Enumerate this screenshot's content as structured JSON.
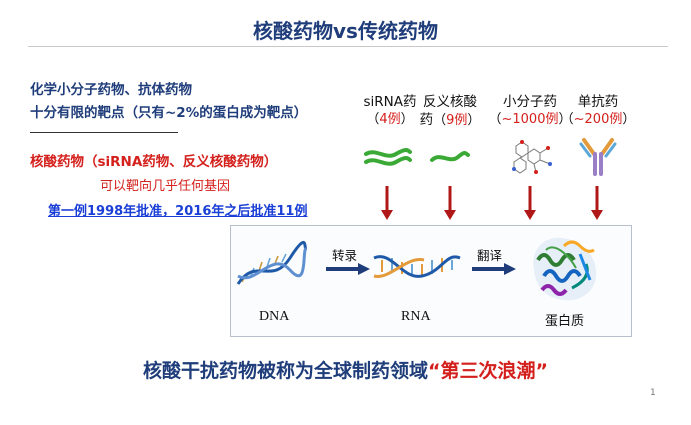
{
  "title": "核酸药物vs传统药物",
  "left_panel": {
    "line1": "化学小分子药物、抗体药物",
    "line2": "十分有限的靶点（只有~2%的蛋白成为靶点）",
    "heading": "核酸药物（siRNA药物、反义核酸药物）",
    "subtext": "可以靶向几乎任何基因",
    "approval_note": "第一例1998年批准，2016年之后批准11例"
  },
  "drugs": [
    {
      "label_line1": "siRNA药",
      "label_line2": "",
      "count_open": "（",
      "count": "4例",
      "count_close": "）",
      "icon": "sirna-duplex-icon"
    },
    {
      "label_line1": "反义核酸",
      "label_line2": "药",
      "count_open": "（",
      "count": "9例",
      "count_close": "）",
      "icon": "antisense-strand-icon"
    },
    {
      "label_line1": "小分子药",
      "label_line2": "",
      "count_open": "（",
      "count": "~1000例",
      "count_close": "）",
      "icon": "small-molecule-icon"
    },
    {
      "label_line1": "单抗药",
      "label_line2": "",
      "count_open": "（",
      "count": "~200例",
      "count_close": "）",
      "icon": "antibody-icon"
    }
  ],
  "central_dogma": {
    "dna_label": "DNA",
    "rna_label": "RNA",
    "protein_label": "蛋白质",
    "step1": "转录",
    "step2": "翻译"
  },
  "slogan": {
    "prefix": "核酸干扰药物被称为全球制药领域",
    "open_quote": "“",
    "highlight": "第三次浪潮",
    "close_quote": "”"
  },
  "page_number": "1",
  "colors": {
    "navy": "#1f3d7a",
    "red": "#d4201c",
    "blue": "#1a3fd6",
    "green": "#3aa935",
    "arrow_red": "#b01818"
  }
}
